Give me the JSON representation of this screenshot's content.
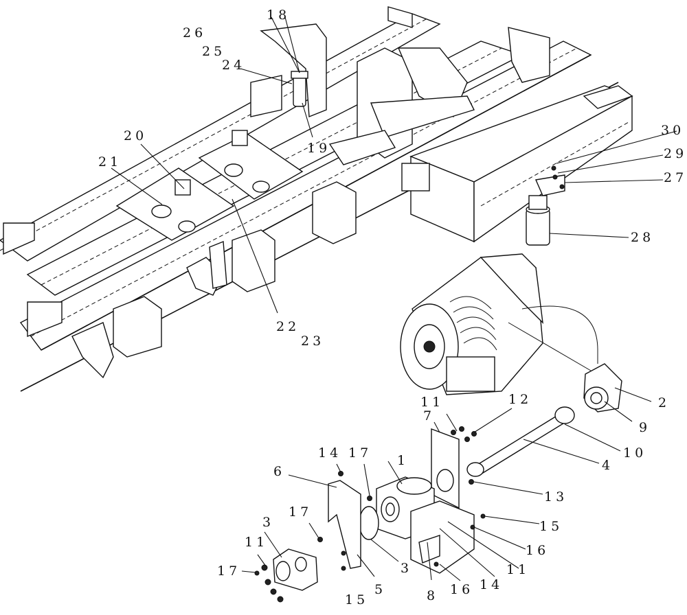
{
  "diagram": {
    "callouts": [
      {
        "id": "c1",
        "label": "1"
      },
      {
        "id": "c2",
        "label": "2"
      },
      {
        "id": "c3a",
        "label": "3"
      },
      {
        "id": "c3b",
        "label": "3"
      },
      {
        "id": "c4",
        "label": "4"
      },
      {
        "id": "c5",
        "label": "5"
      },
      {
        "id": "c6",
        "label": "6"
      },
      {
        "id": "c7",
        "label": "7"
      },
      {
        "id": "c8",
        "label": "8"
      },
      {
        "id": "c9",
        "label": "9"
      },
      {
        "id": "c10",
        "label": "10"
      },
      {
        "id": "c11a",
        "label": "11"
      },
      {
        "id": "c11b",
        "label": "11"
      },
      {
        "id": "c11c",
        "label": "11"
      },
      {
        "id": "c12",
        "label": "12"
      },
      {
        "id": "c13",
        "label": "13"
      },
      {
        "id": "c14a",
        "label": "14"
      },
      {
        "id": "c14b",
        "label": "14"
      },
      {
        "id": "c15a",
        "label": "15"
      },
      {
        "id": "c15b",
        "label": "15"
      },
      {
        "id": "c16a",
        "label": "16"
      },
      {
        "id": "c16b",
        "label": "16"
      },
      {
        "id": "c17a",
        "label": "17"
      },
      {
        "id": "c17b",
        "label": "17"
      },
      {
        "id": "c17c",
        "label": "17"
      },
      {
        "id": "c18",
        "label": "18"
      },
      {
        "id": "c19",
        "label": "19"
      },
      {
        "id": "c20",
        "label": "20"
      },
      {
        "id": "c21",
        "label": "21"
      },
      {
        "id": "c22",
        "label": "22"
      },
      {
        "id": "c23",
        "label": "23"
      },
      {
        "id": "c24",
        "label": "24"
      },
      {
        "id": "c25",
        "label": "25"
      },
      {
        "id": "c26",
        "label": "26"
      },
      {
        "id": "c27",
        "label": "27"
      },
      {
        "id": "c28",
        "label": "28"
      },
      {
        "id": "c29",
        "label": "29"
      },
      {
        "id": "c30",
        "label": "30"
      }
    ]
  }
}
